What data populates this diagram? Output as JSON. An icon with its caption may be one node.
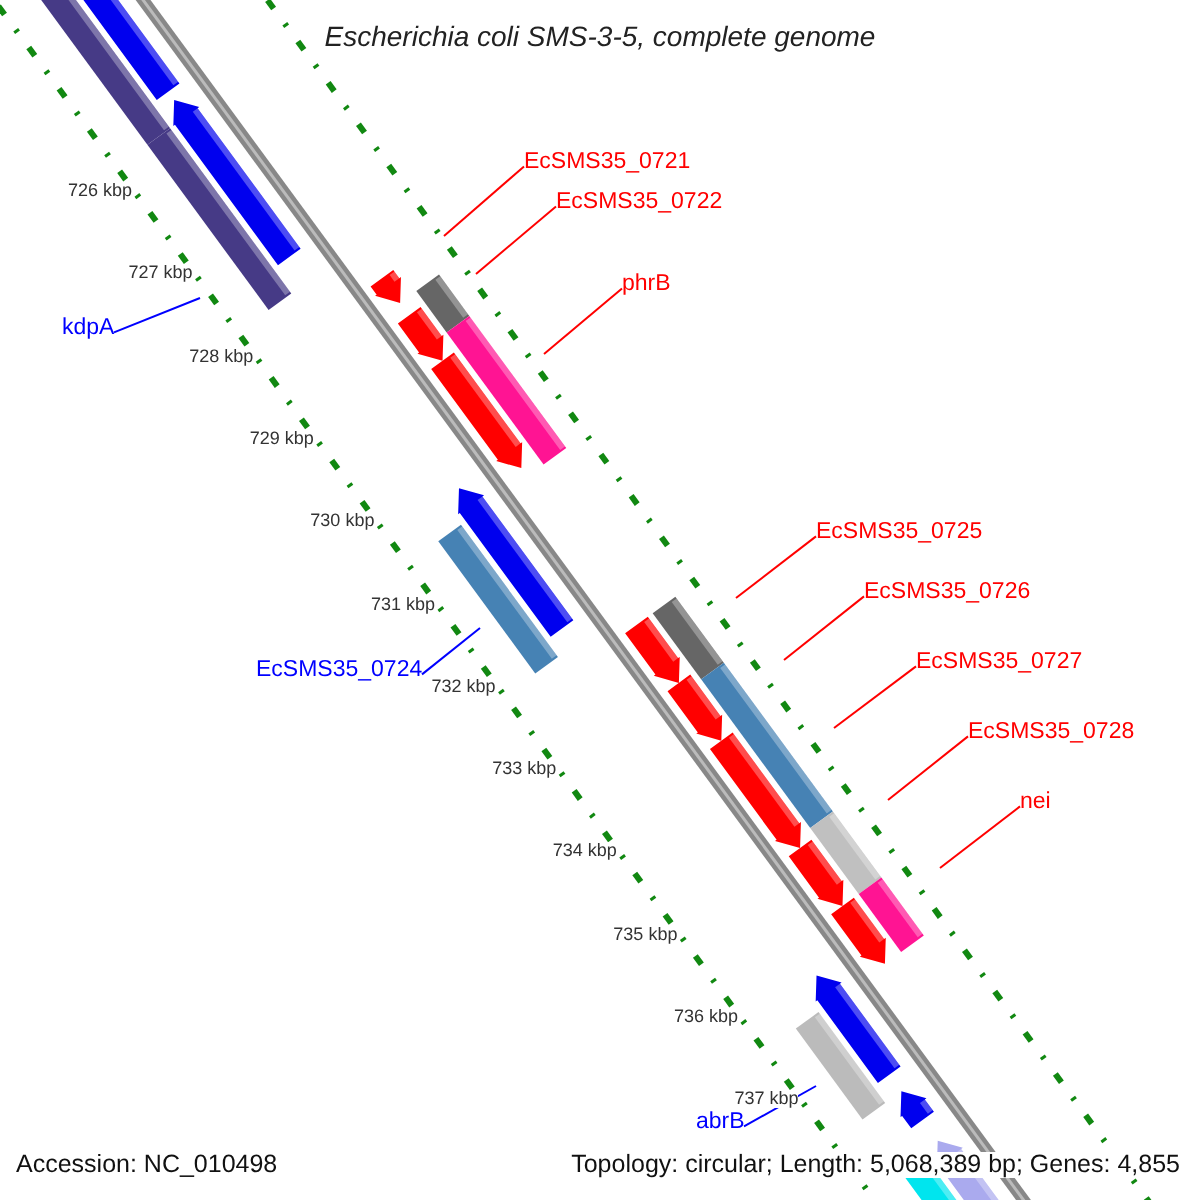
{
  "diagram": {
    "title": "Escherichia coli SMS-3-5, complete genome",
    "nodes": [
      {
        "text": [
          "EcSMS35_0721"
        ]
      },
      {
        "text": [
          "EcSMS35_0722"
        ]
      },
      {
        "text": [
          "phrB"
        ]
      },
      {
        "text": [
          "kdpA"
        ]
      },
      {
        "text": [
          "EcSMS35_0725"
        ]
      },
      {
        "text": [
          "EcSMS35_0726"
        ]
      },
      {
        "text": [
          "EcSMS35_0727"
        ]
      },
      {
        "text": [
          "EcSMS35_0724"
        ]
      },
      {
        "text": [
          "EcSMS35_0728"
        ]
      },
      {
        "text": [
          "nei"
        ]
      },
      {
        "text": [
          "abrB"
        ]
      }
    ],
    "edges": [
      {
        "from": 0,
        "to": null,
        "arrow": "none"
      },
      {
        "from": 1,
        "to": null,
        "arrow": "none"
      },
      {
        "from": 2,
        "to": null,
        "arrow": "none"
      },
      {
        "from": 3,
        "to": null,
        "arrow": "none",
        "color": "#0000ff"
      },
      {
        "from": 4,
        "to": null,
        "arrow": "none"
      },
      {
        "from": 5,
        "to": null,
        "arrow": "none"
      },
      {
        "from": 6,
        "to": null,
        "arrow": "none"
      },
      {
        "from": 7,
        "to": null,
        "arrow": "none",
        "color": "#0000ff"
      },
      {
        "from": 8,
        "to": null,
        "arrow": "none"
      },
      {
        "from": 9,
        "to": null,
        "arrow": "none"
      },
      {
        "from": 10,
        "to": null,
        "arrow": "none",
        "color": "#0000ff"
      }
    ],
    "labels": [
      "726 kbp",
      "727 kbp",
      "728 kbp",
      "729 kbp",
      "730 kbp",
      "731 kbp",
      "732 kbp",
      "733 kbp",
      "734 kbp",
      "735 kbp",
      "736 kbp",
      "737 kbp",
      "Accession: NC_010498",
      "Topology: circular; Length: 5,068,389 bp; Genes: 4,855"
    ]
  }
}
